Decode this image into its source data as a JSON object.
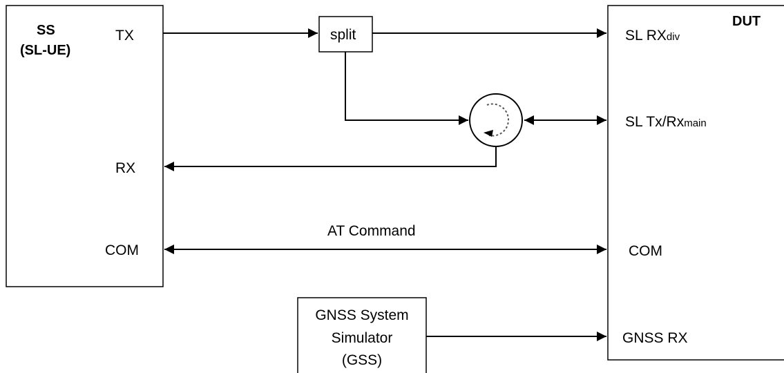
{
  "ss_box": {
    "title_line1": "SS",
    "title_line2": "(SL-UE)",
    "port_tx": "TX",
    "port_rx": "RX",
    "port_com": "COM"
  },
  "dut_box": {
    "title": "DUT",
    "port_sl_rx": "SL RX",
    "port_sl_rx_sub": "div",
    "port_sl_txrx": "SL Tx/Rx",
    "port_sl_txrx_sub": "main",
    "port_com": "COM",
    "port_gnss": "GNSS RX"
  },
  "splitter": {
    "label": "split"
  },
  "gss_box": {
    "line1": "GNSS System",
    "line2": "Simulator",
    "line3": "(GSS)"
  },
  "links": {
    "at_command": "AT Command"
  },
  "circulator": {
    "icon": "circulator-icon"
  }
}
